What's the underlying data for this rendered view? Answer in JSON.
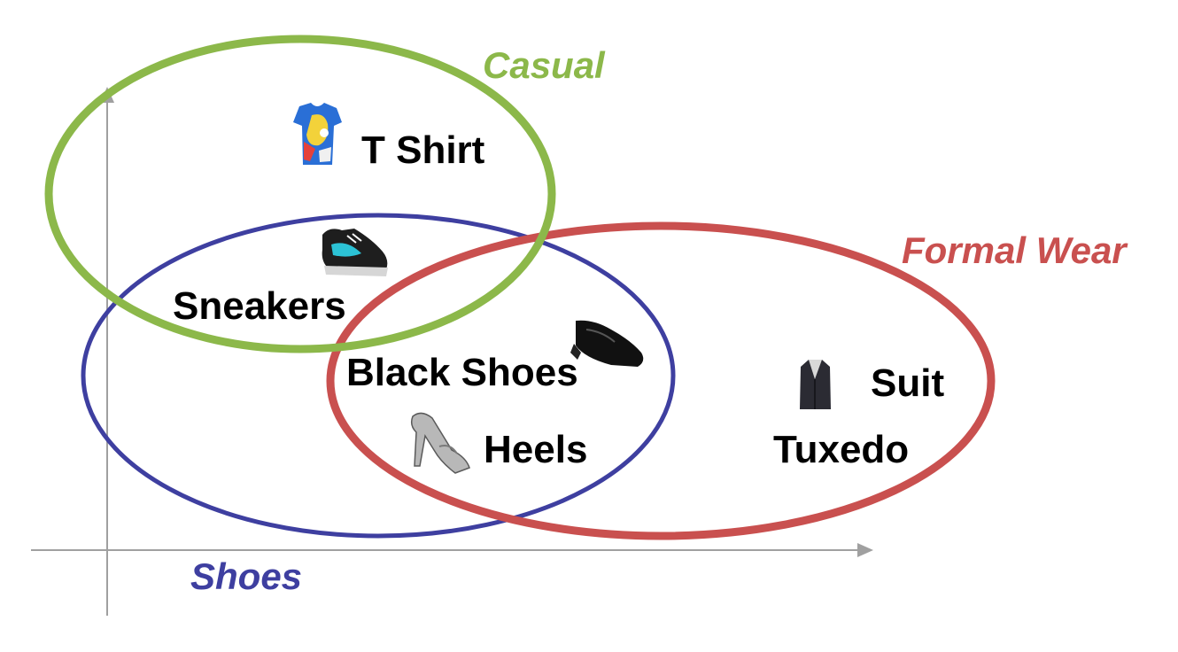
{
  "sets": {
    "casual": {
      "label": "Casual",
      "color": "#8cb84a"
    },
    "formal": {
      "label": "Formal Wear",
      "color": "#c9504f"
    },
    "shoes": {
      "label": "Shoes",
      "color": "#3e3fa0"
    }
  },
  "items": {
    "tshirt": {
      "label": "T Shirt",
      "icon": "tshirt-icon"
    },
    "sneakers": {
      "label": "Sneakers",
      "icon": "sneaker-icon"
    },
    "black_shoes": {
      "label": "Black Shoes",
      "icon": "dress-shoe-icon"
    },
    "heels": {
      "label": "Heels",
      "icon": "high-heel-icon"
    },
    "suit": {
      "label": "Suit",
      "icon": "suit-icon"
    },
    "tuxedo": {
      "label": "Tuxedo"
    }
  },
  "axis_color": "#a0a0a0"
}
